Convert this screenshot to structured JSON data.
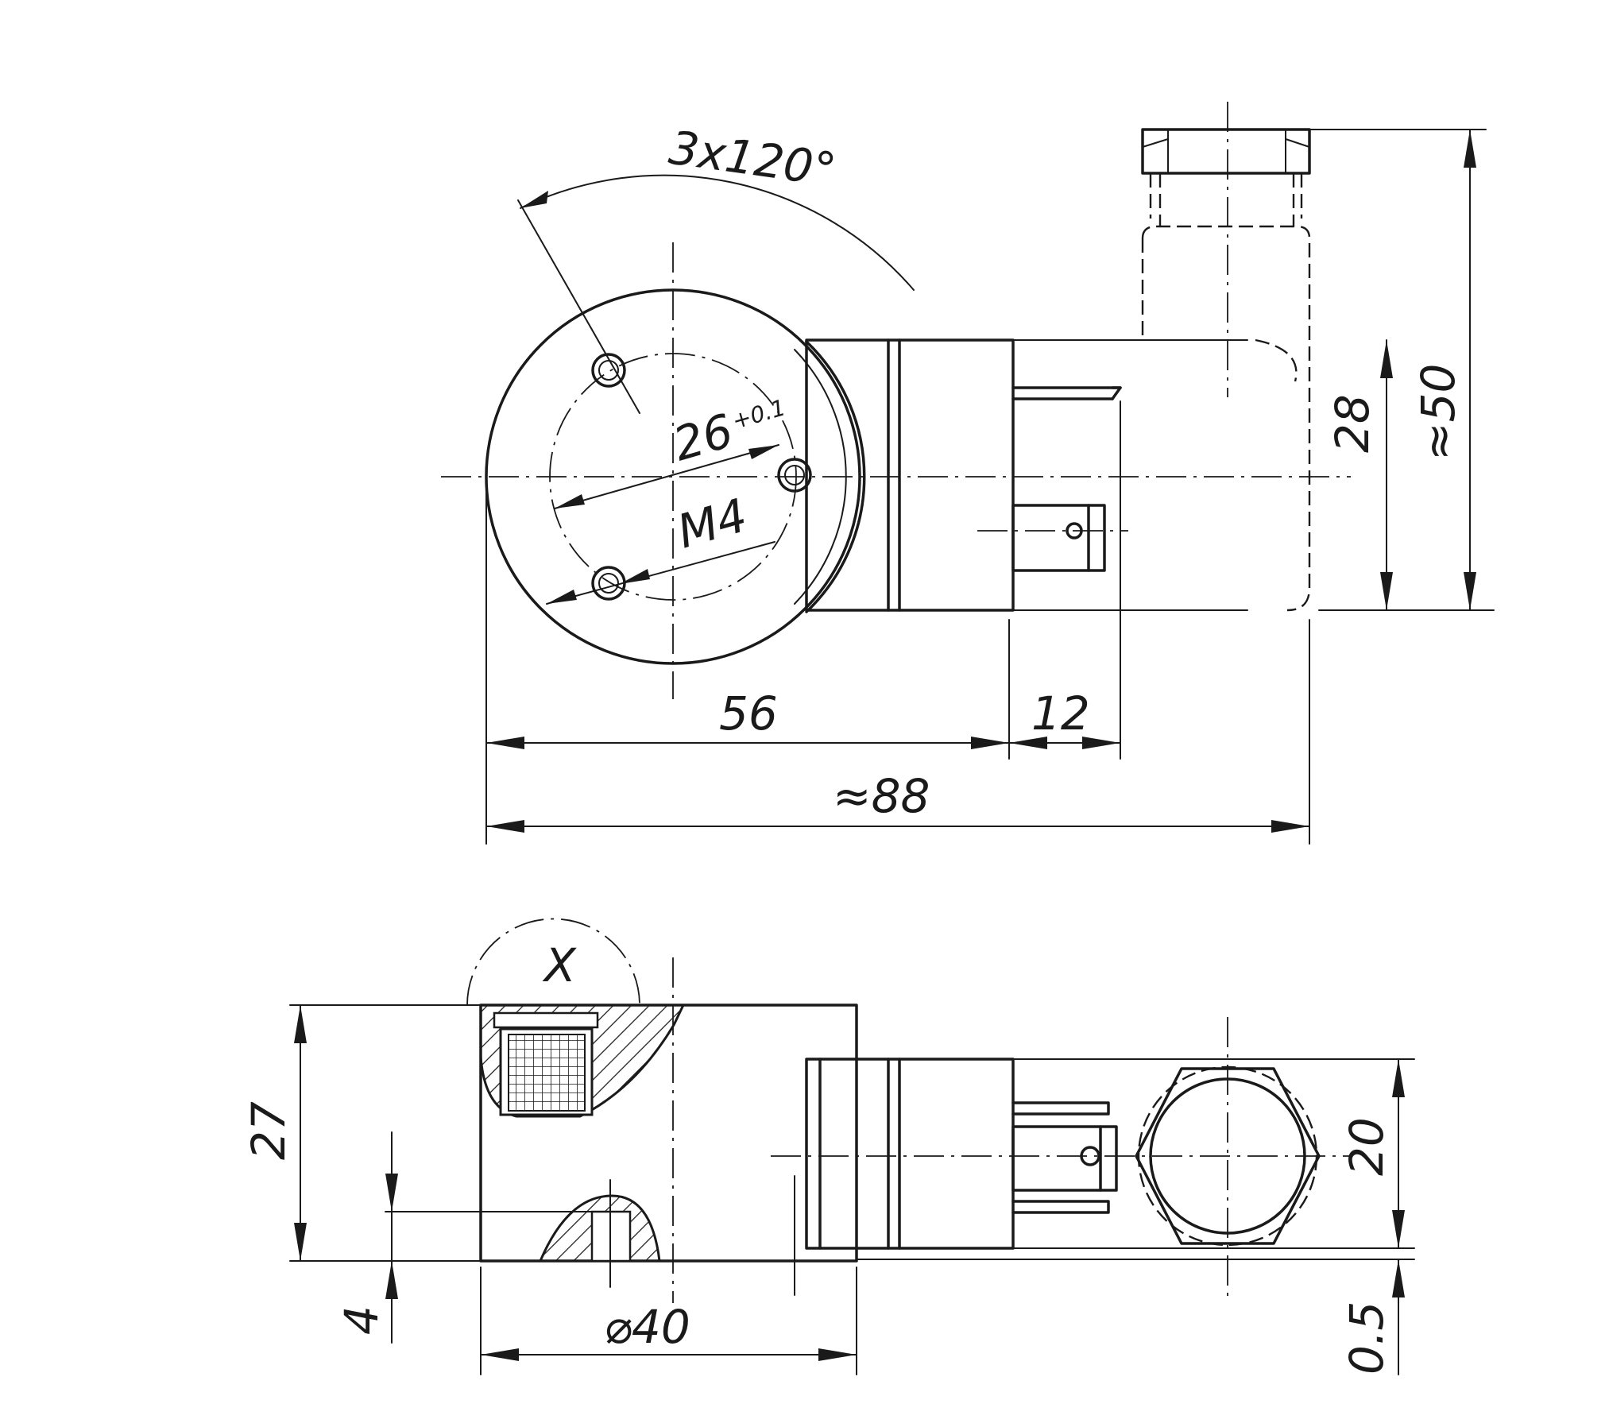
{
  "dimensions": {
    "angle": "3x120°",
    "bolt_circle": "26",
    "bolt_circle_tol": "+0.1",
    "thread": "M4",
    "length_coil": "56",
    "length_plug": "12",
    "length_total": "≈88",
    "height_plug": "28",
    "height_total": "≈50",
    "height_body": "27",
    "depth_thread": "4",
    "diameter_body": "⌀40",
    "height_connector": "20",
    "gap": "0.5"
  },
  "labels": {
    "detail_mark": "X"
  }
}
